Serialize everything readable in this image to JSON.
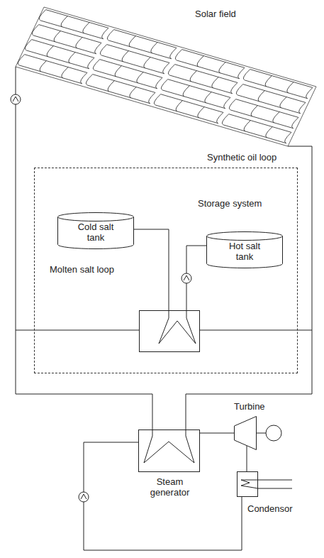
{
  "diagram": {
    "nodes": [
      {
        "text": [
          "Solar field"
        ]
      },
      {
        "text": [
          "Storage system"
        ]
      },
      {
        "text": [
          "Cold salt tank"
        ],
        "in": 1
      },
      {
        "text": [
          "Hot salt tank"
        ],
        "in": 1
      },
      {
        "text": [
          "Steam generator"
        ]
      },
      {
        "text": [
          "Turbine"
        ]
      },
      {
        "text": [
          "Condensor"
        ]
      }
    ],
    "edges": [
      {
        "from": 0,
        "to": 4,
        "arrow": "none"
      },
      {
        "from": 0,
        "to": 4,
        "arrow": "none"
      },
      {
        "from": 2,
        "to": 3,
        "arrow": "none"
      },
      {
        "from": 4,
        "to": 5,
        "arrow": "none"
      },
      {
        "from": 5,
        "to": 6,
        "arrow": "none"
      },
      {
        "from": 6,
        "to": 4,
        "arrow": "none"
      }
    ],
    "labels": [
      "Synthetic oil loop",
      "Molten salt loop"
    ]
  }
}
